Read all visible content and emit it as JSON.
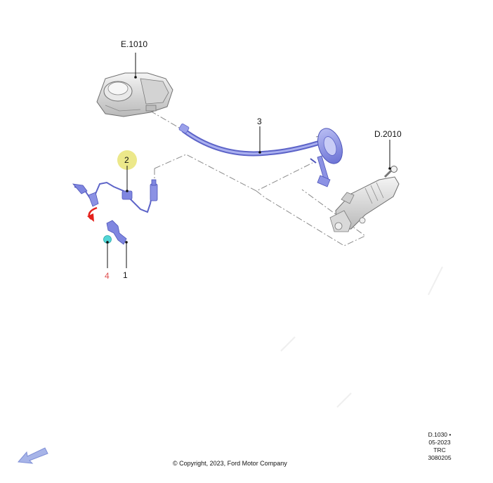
{
  "callouts": {
    "reservoir": "E.1010",
    "slave_cylinder": "D.2010",
    "hose": "3",
    "item_2": "2",
    "item_1": "1",
    "item_4": "4"
  },
  "document_info": {
    "ref": "D.1030 •",
    "date": "05-2023",
    "code": "TRC",
    "number": "3080205"
  },
  "copyright": "© Copyright, 2023, Ford Motor Company",
  "colors": {
    "highlight_circle": "#ece88a",
    "hose_blue": "#7f86e0",
    "part_grey": "#cfcfcf",
    "red_arrow": "#e4211b",
    "cyan_clip": "#52d6d6",
    "callout_red": "#e05050",
    "nav_arrow": "#a7b4e8"
  },
  "icons": {
    "nav": "previous-page-arrow-icon"
  }
}
